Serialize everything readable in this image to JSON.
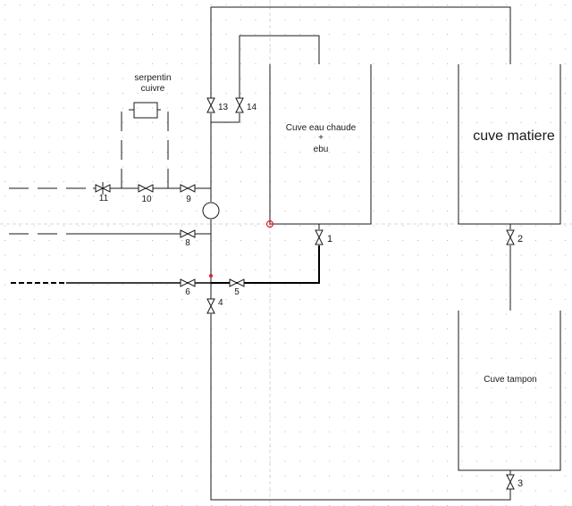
{
  "tanks": {
    "hot_water": {
      "line1": "Cuve eau chaude",
      "line2": "+",
      "line3": "ebu"
    },
    "matiere": {
      "label": "cuve matiere"
    },
    "tampon": {
      "label": "Cuve tampon"
    }
  },
  "coil": {
    "line1": "serpentin",
    "line2": "cuivre"
  },
  "valves": {
    "v1": "1",
    "v2": "2",
    "v3": "3",
    "v4": "4",
    "v5": "5",
    "v6": "6",
    "v8": "8",
    "v9": "9",
    "v10": "10",
    "v11": "11",
    "v13": "13",
    "v14": "14"
  },
  "colors": {
    "line": "#1a1a1a",
    "grid_dot": "#b8b8b8",
    "marker": "#e02020",
    "guide": "#d8d8d8"
  }
}
